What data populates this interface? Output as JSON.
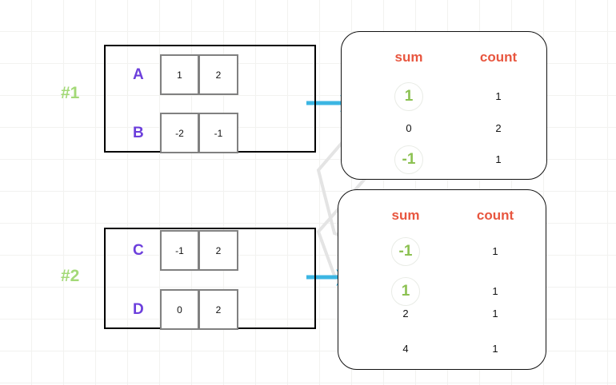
{
  "diagram": {
    "groups": [
      {
        "label": "#1",
        "rows": [
          {
            "key": "A",
            "cells": [
              "1",
              "2"
            ]
          },
          {
            "key": "B",
            "cells": [
              "-2",
              "-1"
            ]
          }
        ],
        "arrow_icon": "arrow-right-icon"
      },
      {
        "label": "#2",
        "rows": [
          {
            "key": "C",
            "cells": [
              "-1",
              "2"
            ]
          },
          {
            "key": "D",
            "cells": [
              "0",
              "2"
            ]
          }
        ],
        "arrow_icon": "arrow-right-icon"
      }
    ],
    "aggregates": [
      {
        "headers": {
          "sum": "sum",
          "count": "count"
        },
        "rows": [
          {
            "sum": "1",
            "count": "1",
            "highlighted": true
          },
          {
            "sum": "0",
            "count": "2",
            "highlighted": false
          },
          {
            "sum": "-1",
            "count": "1",
            "highlighted": true
          }
        ]
      },
      {
        "headers": {
          "sum": "sum",
          "count": "count"
        },
        "rows": [
          {
            "sum": "-1",
            "count": "1",
            "highlighted": true
          },
          {
            "sum": "1",
            "count": "1",
            "highlighted": true
          },
          {
            "sum": "2",
            "count": "1",
            "highlighted": false
          },
          {
            "sum": "4",
            "count": "1",
            "highlighted": false
          }
        ]
      }
    ],
    "colors": {
      "group_label": "#a3d977",
      "row_key": "#6c3fdc",
      "column_header": "#e8563f",
      "highlight_value": "#8cc152",
      "arrow": "#3cb6e3",
      "connector": "#e4e4e4",
      "grid": "#f2f2f0",
      "cell_border": "#808080",
      "panel_border": "#111111"
    }
  }
}
